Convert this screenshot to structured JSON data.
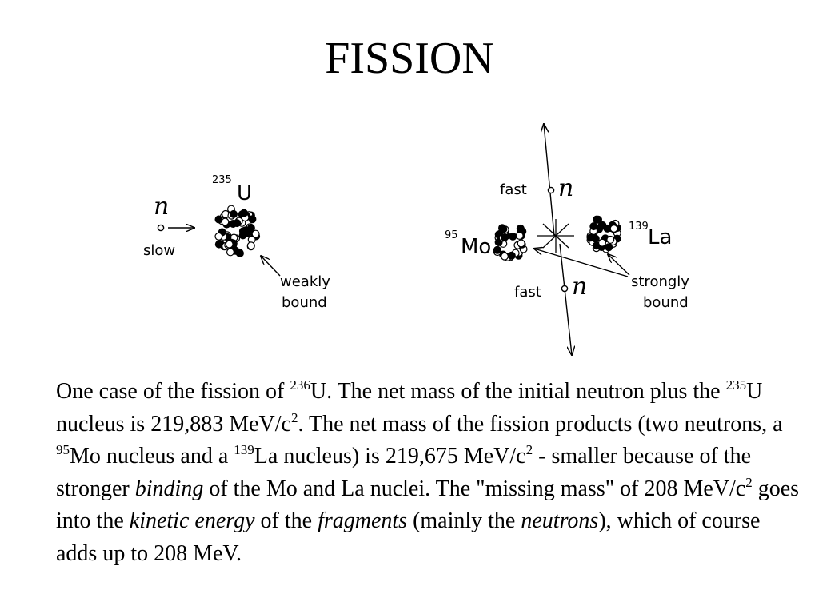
{
  "title": "FISSION",
  "diagram": {
    "before": {
      "neutron_symbol": "n",
      "neutron_label": "slow",
      "nucleus_mass": "235",
      "nucleus_symbol": "U",
      "arrow_label_1": "weakly",
      "arrow_label_2": "bound"
    },
    "after": {
      "fast_top_label": "fast",
      "fast_top_symbol": "n",
      "fast_bottom_label": "fast",
      "fast_bottom_symbol": "n",
      "left_mass": "95",
      "left_symbol": "Mo",
      "right_mass": "139",
      "right_symbol": "La",
      "arrow_label_1": "strongly",
      "arrow_label_2": "bound"
    }
  },
  "caption": {
    "s1": "One case of the fission of ",
    "sup1": "236",
    "s2": "U. The net mass of the initial neutron plus the ",
    "sup2": "235",
    "s3": "U nucleus is 219,883 MeV/c",
    "sup3": "2",
    "s4": ". The net mass of the fission products (two neutrons, a ",
    "sup4": "95",
    "s5": "Mo nucleus and a ",
    "sup5": "139",
    "s6": "La nucleus) is 219,675 MeV/c",
    "sup6": "2",
    "s7": " - smaller because of the stronger ",
    "em1": "binding",
    "s8": " of the Mo and La nuclei. The \"missing mass\" of 208 MeV/c",
    "sup7": "2",
    "s9": " goes into the ",
    "em2": "kinetic energy",
    "s10": " of the ",
    "em3": "fragments",
    "s11": " (mainly the ",
    "em4": "neutrons",
    "s12": "), which of course adds up to 208 MeV."
  }
}
